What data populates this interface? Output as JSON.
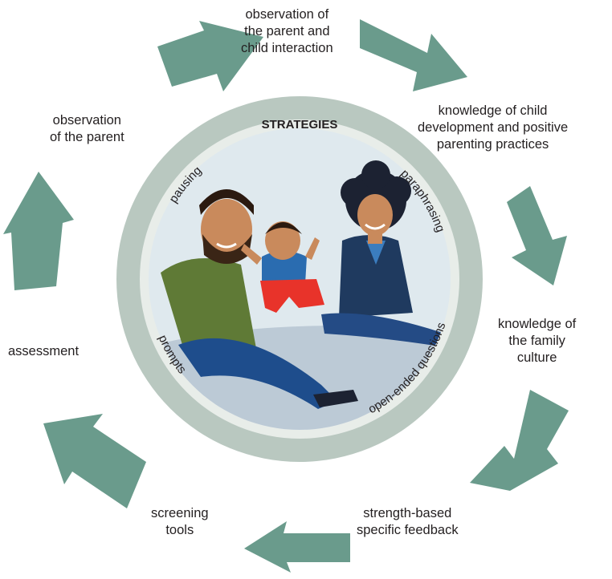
{
  "center": {
    "title": "STRATEGIES",
    "strategies": [
      "paraphrasing",
      "prompts",
      "open-ended questions",
      "pausing"
    ]
  },
  "cycle": [
    {
      "id": "parent-child-observation",
      "lines": [
        "observation of",
        "the parent and",
        "child interaction"
      ]
    },
    {
      "id": "child-development-knowledge",
      "lines": [
        "knowledge of child",
        "development and positive",
        "parenting practices"
      ]
    },
    {
      "id": "family-culture-knowledge",
      "lines": [
        "knowledge of",
        "the family",
        "culture"
      ]
    },
    {
      "id": "strength-based-feedback",
      "lines": [
        "strength-based",
        "specific feedback"
      ]
    },
    {
      "id": "screening-tools",
      "lines": [
        "screening",
        "tools"
      ]
    },
    {
      "id": "assessment",
      "lines": [
        "assessment"
      ]
    },
    {
      "id": "parent-observation",
      "lines": [
        "observation",
        "of the parent"
      ]
    }
  ],
  "colors": {
    "arrow": "#6a9b8c",
    "outer_ring": "#b9c8c0",
    "inner_ring": "#e8ede9",
    "scene_background": "#dfe9ee",
    "floor": "#bccad6",
    "text": "#231f20"
  }
}
